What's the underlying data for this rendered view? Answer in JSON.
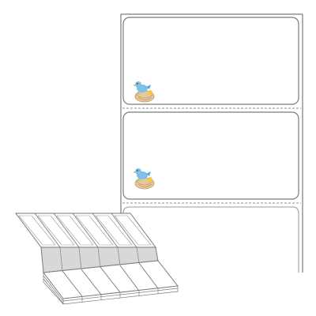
{
  "product": {
    "kind": "fanfold-label-stock",
    "label_count_visible": 2,
    "stack_columns": 6
  },
  "icons": {
    "mascot": "bird-on-nest-icon"
  },
  "colors": {
    "background": "#ffffff",
    "outline": "#7a7a7a",
    "perforation": "#8c8c8c",
    "fold_shade": "#d8d8d8",
    "bird_body": "#7fc0ea",
    "nest": "#e8c79a",
    "accent_yellow": "#f3c842",
    "accent_green": "#9fce6c"
  }
}
